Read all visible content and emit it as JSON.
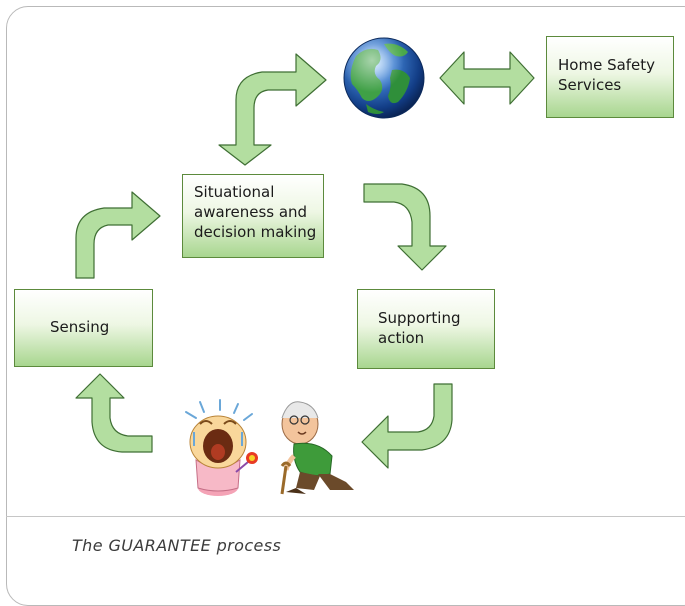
{
  "diagram": {
    "nodes": {
      "home_safety": {
        "line1": "Home Safety",
        "line2": "Services"
      },
      "situational": {
        "line1": "Situational",
        "line2": "awareness and",
        "line3": "decision making"
      },
      "sensing": {
        "line1": "Sensing"
      },
      "supporting": {
        "line1": "Supporting",
        "line2": "action"
      }
    },
    "caption": "The GUARANTEE process"
  },
  "colors": {
    "box_border": "#5c8a3c",
    "box_fill_top": "#ffffff",
    "box_fill_bottom": "#a8d68f",
    "arrow_fill": "#b3dea0",
    "arrow_stroke": "#3f6f34"
  },
  "icons": [
    "globe-icon",
    "crying-baby-figure",
    "elderly-man-figure"
  ]
}
